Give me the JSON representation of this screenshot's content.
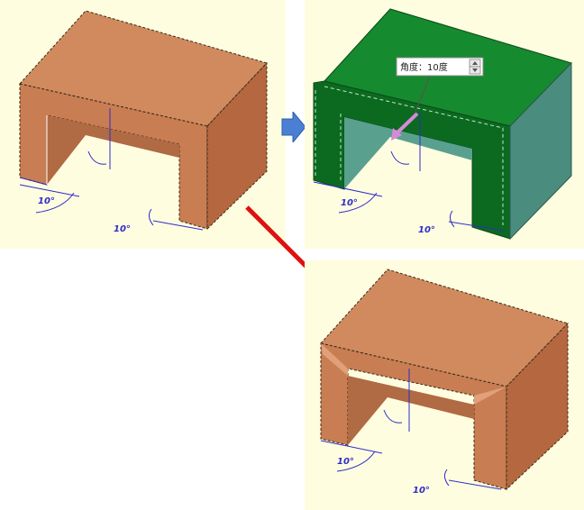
{
  "colors": {
    "panel_background": "#fffde0",
    "box_top": "#d08a5e",
    "box_front": "#c97d52",
    "box_side": "#b5673f",
    "selected_top": "#168a2e",
    "selected_front": "#0b6a20",
    "selected_side": "#4a8c7e",
    "dimension_lines": "#2d2dc8",
    "flow_arrow_blue": "#4a7fd4",
    "flow_arrow_red": "#e01010",
    "drag_handle": "#d68ad6"
  },
  "panels": {
    "before": {
      "angle_left": "10°",
      "angle_right": "10°"
    },
    "selected": {
      "angle_left": "10°",
      "angle_right": "10°",
      "tooltip": {
        "text": "角度：10度",
        "control": "spin-buttons"
      }
    },
    "after": {
      "angle_left": "10°",
      "angle_right": "10°"
    }
  },
  "arrows": {
    "step_arrow": "block-arrow-right",
    "result_arrow": "diagonal-arrow-down-right"
  }
}
